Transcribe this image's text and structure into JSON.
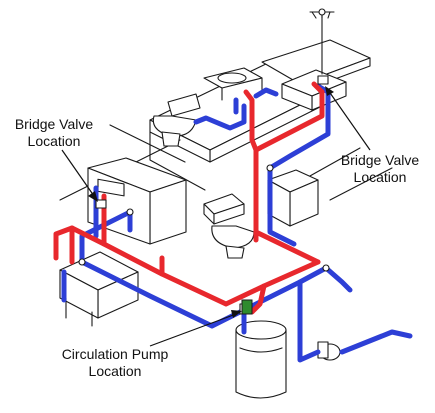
{
  "diagram": {
    "labels": {
      "bridge_valve_left": {
        "line1": "Bridge Valve",
        "line2": "Location"
      },
      "bridge_valve_right": {
        "line1": "Bridge Valve",
        "line2": "Location"
      },
      "circulation_pump": {
        "line1": "Circulation Pump",
        "line2": "Location"
      }
    },
    "colors": {
      "hot_pipe": "#e8282d",
      "cold_pipe": "#2d3fd6",
      "outline": "#1a1a1a",
      "fixture_fill": "#ffffff",
      "shade": "#d9d9d9"
    }
  }
}
